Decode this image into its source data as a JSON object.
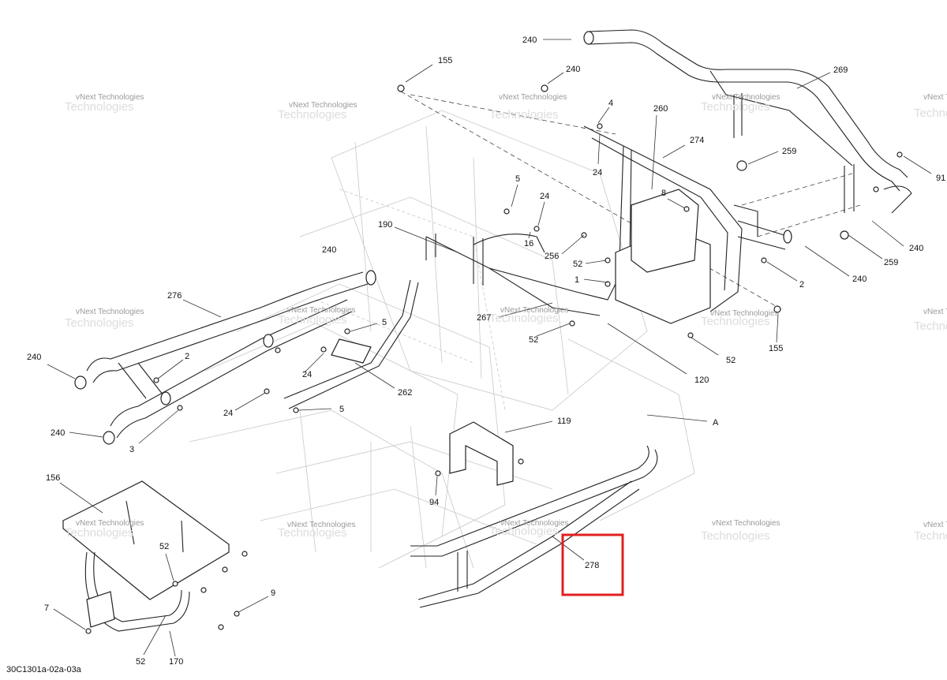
{
  "diagram": {
    "code": "30C1301a-02a-03a",
    "watermark_small": "vNext Technologies",
    "watermark_large": "Technologies",
    "highlight_color": "#e02020",
    "callouts": {
      "c240a": "240",
      "c155a": "155",
      "c240b": "240",
      "c4": "4",
      "c260": "260",
      "c269": "269",
      "c274": "274",
      "c24a": "24",
      "c259a": "259",
      "c91": "91",
      "c5a": "5",
      "c24b": "24",
      "c8": "8",
      "c190": "190",
      "c16": "16",
      "c256": "256",
      "c52a": "52",
      "c1": "1",
      "c240c": "240",
      "c2a": "2",
      "c240d": "240",
      "c259b": "259",
      "c240e": "240",
      "c276": "276",
      "c5b": "5",
      "c267": "267",
      "c52b": "52",
      "c155b": "155",
      "c240f": "240",
      "c2b": "2",
      "c24c": "24",
      "c262": "262",
      "c52c": "52",
      "c120": "120",
      "c24d": "24",
      "c5c": "5",
      "c240g": "240",
      "c3": "3",
      "c119": "119",
      "cA": "A",
      "c94": "94",
      "c156": "156",
      "c52d": "52",
      "c278": "278",
      "c9": "9",
      "c7": "7",
      "c52e": "52",
      "c170": "170"
    }
  }
}
